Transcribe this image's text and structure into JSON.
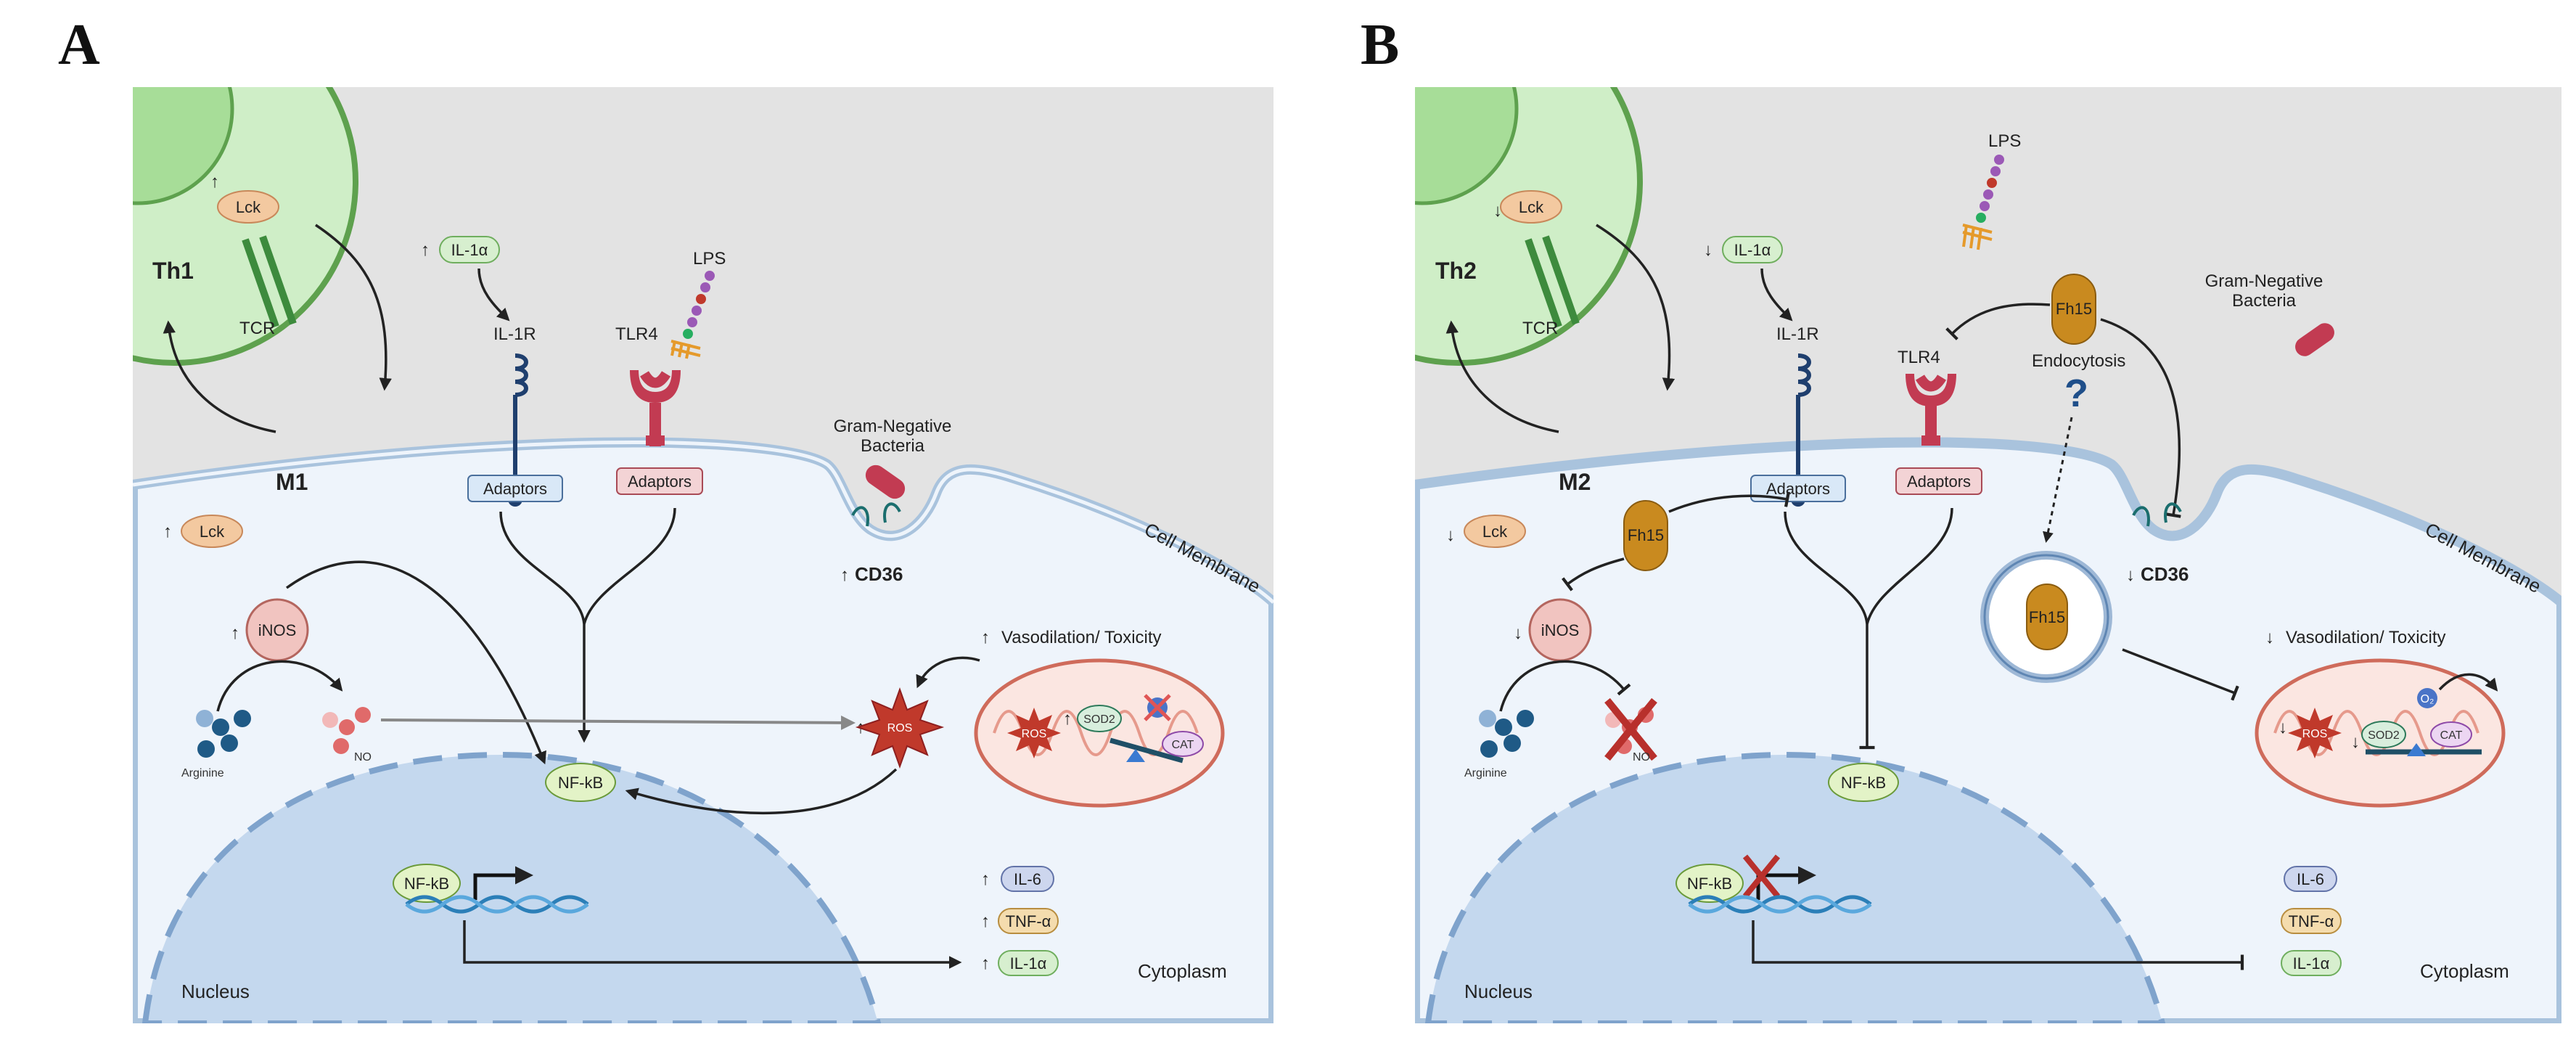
{
  "panel_a": {
    "letter": "A",
    "cell_label": "Th1",
    "macrophage_label": "M1",
    "lck": "Lck",
    "tcr": "TCR",
    "il1a": "IL-1α",
    "il1r": "IL-1R",
    "lps": "LPS",
    "tlr4": "TLR4",
    "adaptors": "Adaptors",
    "bacteria": [
      "Gram-Negative",
      "Bacteria"
    ],
    "cd36": "CD36",
    "cell_membrane": "Cell Membrane",
    "inos": "iNOS",
    "arginine": "Arginine",
    "no": "NO",
    "nfkb": "NF-kB",
    "ros": "ROS",
    "sod2": "SOD2",
    "cat": "CAT",
    "vasodilation": "Vasodilation/ Toxicity",
    "cytokines": [
      "IL-6",
      "TNF-α",
      "IL-1α"
    ],
    "nucleus": "Nucleus",
    "cytoplasm": "Cytoplasm"
  },
  "panel_b": {
    "letter": "B",
    "cell_label": "Th2",
    "macrophage_label": "M2",
    "lck": "Lck",
    "tcr": "TCR",
    "il1a": "IL-1α",
    "il1r": "IL-1R",
    "lps": "LPS",
    "tlr4": "TLR4",
    "adaptors": "Adaptors",
    "fh15": "Fh15",
    "endocytosis": "Endocytosis",
    "question": "?",
    "bacteria": [
      "Gram-Negative",
      "Bacteria"
    ],
    "cd36": "CD36",
    "cell_membrane": "Cell Membrane",
    "inos": "iNOS",
    "arginine": "Arginine",
    "no": "NO",
    "nfkb": "NF-kB",
    "ros": "ROS",
    "o2": "O₂",
    "sod2": "SOD2",
    "cat": "CAT",
    "vasodilation": "Vasodilation/ Toxicity",
    "cytokines": [
      "IL-6",
      "TNF-α",
      "IL-1α"
    ],
    "nucleus": "Nucleus",
    "cytoplasm": "Cytoplasm"
  },
  "colors": {
    "extracellular": "#e3e3e3",
    "cytoplasm": "#eef4fb",
    "membrane": "#a9c3dd",
    "nucleus": "#c4d8ee",
    "th_cell": "#cfeec7",
    "th_border": "#5ea14e",
    "receptor_red": "#c23b52",
    "fh15": "#c98a1f",
    "mito_fill": "#fbe6e1",
    "mito_border": "#cf6b5b"
  }
}
